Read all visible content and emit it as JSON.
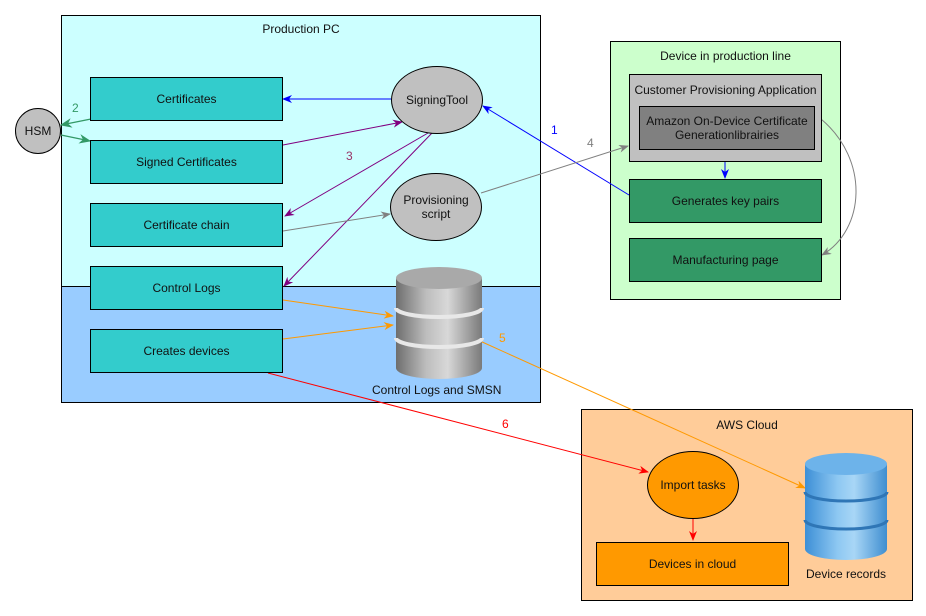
{
  "containers": {
    "production_pc": {
      "title": "Production PC"
    },
    "device_line": {
      "title": "Device in production line"
    },
    "aws_cloud": {
      "title": "AWS Cloud"
    }
  },
  "nodes": {
    "hsm": "HSM",
    "certificates": "Certificates",
    "signed_certificates": "Signed Certificates",
    "certificate_chain": "Certificate chain",
    "control_logs": "Control Logs",
    "creates_devices": "Creates devices",
    "signing_tool": "SigningTool",
    "provisioning_script": "Provisioning script",
    "control_logs_db": "Control Logs and SMSN",
    "customer_app": "Customer Provisioning Application",
    "amazon_libs": "Amazon On-Device Certificate Generationlibrairies",
    "generates_key_pairs": "Generates key pairs",
    "manufacturing_page": "Manufacturing page",
    "import_tasks": "Import tasks",
    "devices_in_cloud": "Devices in cloud",
    "device_records": "Device records"
  },
  "edge_labels": {
    "step1": "1",
    "step2": "2",
    "step3": "3",
    "step4": "4",
    "step5": "5",
    "step6": "6"
  },
  "colors": {
    "step1": "#0000ff",
    "step2": "#339966",
    "step3": "#800080",
    "step4": "#808080",
    "step5": "#ff9900",
    "step6": "#ff0000"
  }
}
